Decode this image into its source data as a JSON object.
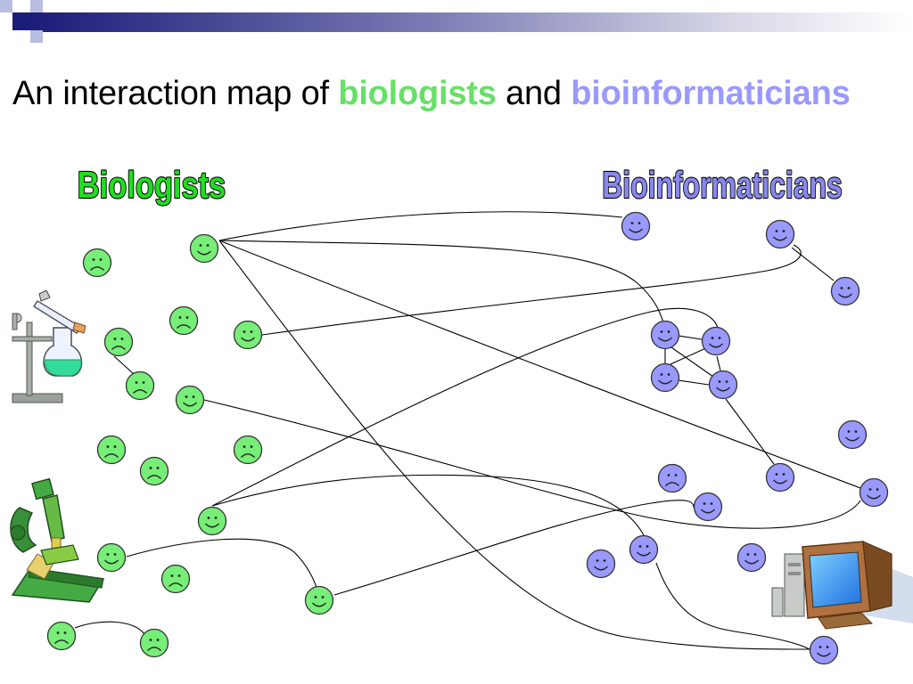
{
  "title": {
    "prefix": "An interaction map of ",
    "word_biologists": "biologists",
    "middle": " and ",
    "word_bioinformaticians": "bioinformaticians"
  },
  "labels": {
    "biologists": "Biologists",
    "bioinformaticians": "Bioinformaticians"
  },
  "colors": {
    "title_biologists": "#66e066",
    "title_bioinformaticians": "#9999ff",
    "biologist_face": "#77ee77",
    "bioinformatician_face": "#9999ff",
    "label_biologists": "#22dd22",
    "label_bioinformaticians": "#8888ee"
  },
  "icons": [
    "lab-flask-icon",
    "microscope-icon",
    "computer-icon"
  ]
}
